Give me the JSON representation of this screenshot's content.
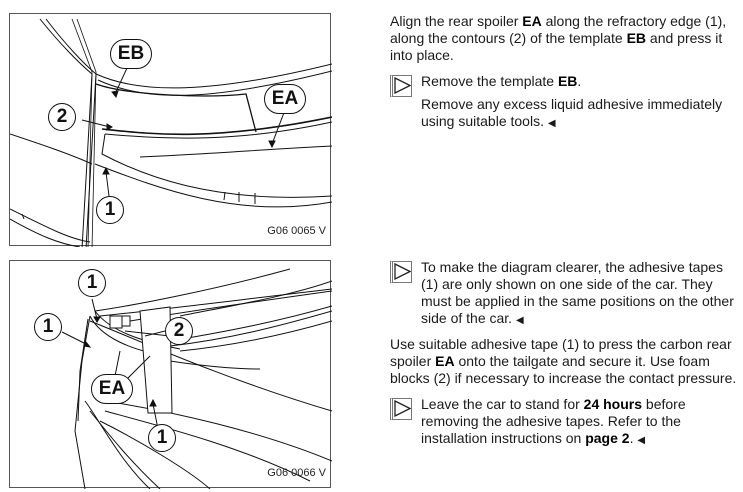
{
  "figures": [
    {
      "code": "G06 0065 V",
      "callouts": {
        "eb": "EB",
        "ea": "EA",
        "c2": "2",
        "c1": "1"
      }
    },
    {
      "code": "G06 0066 V",
      "callouts": {
        "c1a": "1",
        "c1b": "1",
        "c2": "2",
        "ea": "EA",
        "c1c": "1"
      }
    }
  ],
  "section1": {
    "para1": {
      "t1": "Align the rear spoiler ",
      "b1": "EA",
      "t2": " along the refractory edge (1), along the contours (2) of the template ",
      "b2": "EB",
      "t3": " and press it into place."
    },
    "note1": {
      "line1_t1": "Remove the template ",
      "line1_b1": "EB",
      "line1_t2": ".",
      "line2": "Remove any excess liquid adhesive immediately using suitable tools. ",
      "end_mark": "◀"
    }
  },
  "section2": {
    "note1": {
      "text": "To make the diagram clearer, the adhesive tapes (1) are only shown on one side of the car. They must be applied in the same positions on the other side of the car. ",
      "end_mark": "◀"
    },
    "para1": {
      "t1": "Use suitable adhesive tape (1) to press the carbon rear spoiler ",
      "b1": "EA",
      "t2": " onto the tailgate and secure it. Use foam blocks (2) if necessary to increase the contact pressure."
    },
    "note2": {
      "t1": "Leave the car to stand for ",
      "b1": "24 hours",
      "t2": " before removing the adhesive tapes. Refer to the installation instructions on ",
      "b2": "page 2",
      "t3": ". ",
      "end_mark": "◀"
    }
  },
  "icons": {
    "note": "note-triangle-icon",
    "end": "end-of-section-marker-icon"
  }
}
